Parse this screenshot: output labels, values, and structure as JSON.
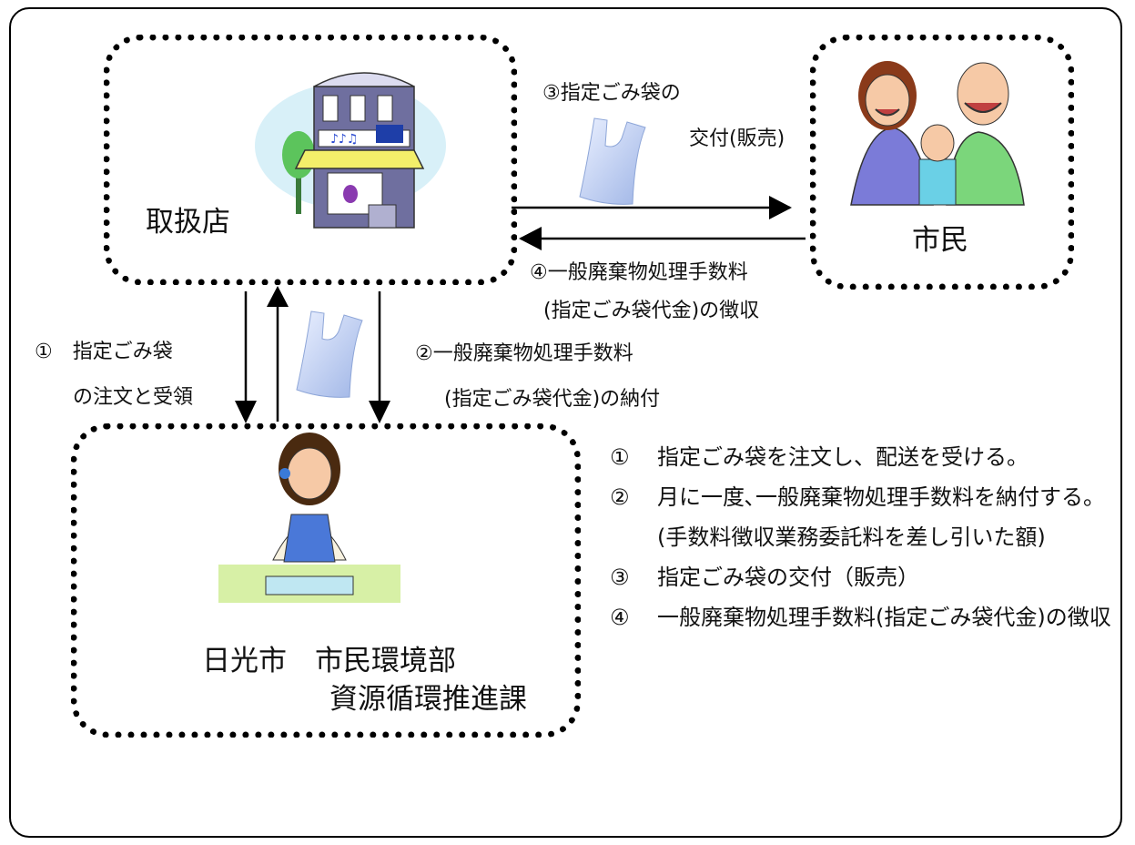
{
  "colors": {
    "store_wall": "#6f6f9f",
    "store_awning": "#f3ef6a",
    "bag": "#9fb5e6",
    "tree": "#5cc45c",
    "skin": "#f6c9a6",
    "woman_top": "#7b7bd8",
    "man_shirt": "#7bd67b",
    "baby_top": "#6ad0e6",
    "operator_vest": "#4a78d8",
    "desk": "#d7f0a6",
    "keyboard": "#bfe7f2"
  },
  "icons": [
    "store-building-icon",
    "family-icon",
    "garbage-bag-icon",
    "operator-icon"
  ],
  "nodes": {
    "store": "取扱店",
    "citizen": "市民",
    "city_line1": "日光市　市民環境部",
    "city_line2": "資源循環推進課"
  },
  "flows": {
    "f3_line1": "③指定ごみ袋の",
    "f3_line2": "交付(販売)",
    "f4_line1": "④一般廃棄物処理手数料",
    "f4_line2": "(指定ごみ袋代金)の徴収",
    "f1_line1": "①　指定ごみ袋",
    "f1_line2": "の注文と受領",
    "f2_line1": "②一般廃棄物処理手数料",
    "f2_line2": "(指定ごみ袋代金)の納付"
  },
  "legend": [
    {
      "num": "①",
      "text": "指定ごみ袋を注文し、配送を受ける。"
    },
    {
      "num": "②",
      "text": "月に一度､一般廃棄物処理手数料を納付する。(手数料徴収業務委託料を差し引いた額)"
    },
    {
      "num": "③",
      "text": "指定ごみ袋の交付（販売）"
    },
    {
      "num": "④",
      "text": "一般廃棄物処理手数料(指定ごみ袋代金)の徴収"
    }
  ]
}
